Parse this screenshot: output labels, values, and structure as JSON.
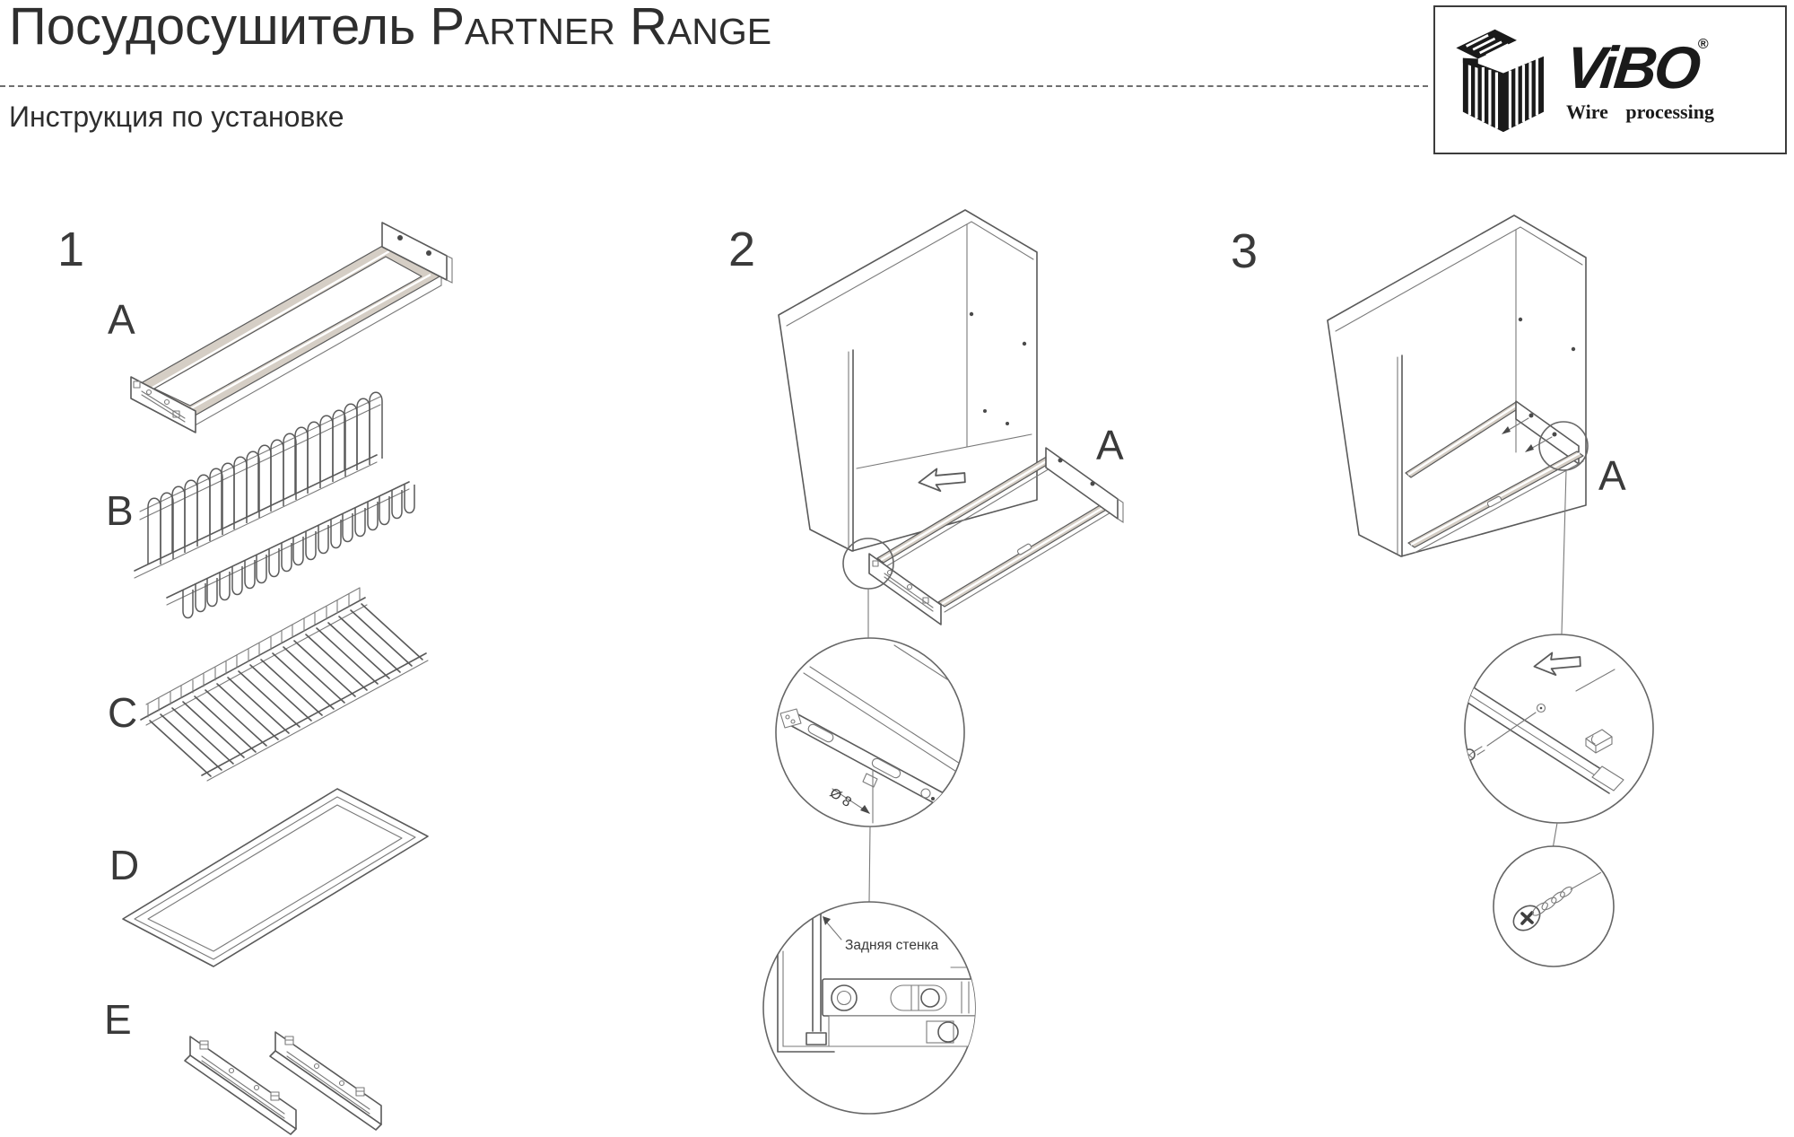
{
  "header": {
    "title_product": "Посудосушитель",
    "title_range": "Partner Range",
    "subtitle": "Инструкция по установке"
  },
  "logo": {
    "brand": "ViBO",
    "registered": "®",
    "tagline": "Wire processing"
  },
  "parts": {
    "step_number": "1",
    "labels": {
      "a": "A",
      "b": "B",
      "c": "C",
      "d": "D",
      "e": "E"
    }
  },
  "step2": {
    "step_number": "2",
    "tray_label": "A",
    "diameter_note": "Ø 8",
    "back_wall_note": "Задняя стенка"
  },
  "step3": {
    "step_number": "3",
    "tray_label": "A"
  },
  "colors": {
    "rail_fill": "#d5cec5",
    "line": "#5a5a5a",
    "text": "#3a3a3a",
    "logo_black": "#1a1a1a"
  }
}
